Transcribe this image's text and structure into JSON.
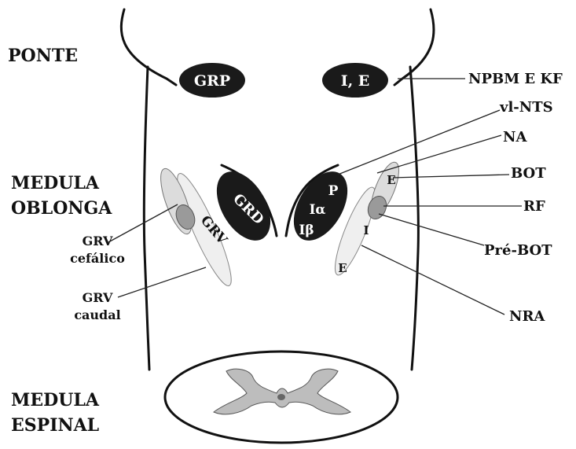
{
  "regions": {
    "ponte": "PONTE",
    "medula_oblonga_1": "MEDULA",
    "medula_oblonga_2": "OBLONGA",
    "medula_espinal_1": "MEDULA",
    "medula_espinal_2": "ESPINAL"
  },
  "pons_groups": {
    "grp": "GRP",
    "ie": "I, E"
  },
  "medulla_groups": {
    "grd": "GRD",
    "grv": "GRV",
    "p": "P",
    "i_alpha": "Iα",
    "i_beta": "Iβ",
    "e_top": "E",
    "i_mid": "I",
    "e_bottom": "E"
  },
  "right_labels": {
    "npbm_kf": "NPBM E KF",
    "vl_nts": "vl-NTS",
    "na": "NA",
    "bot": "BOT",
    "rf": "RF",
    "pre_bot": "Pré-BOT",
    "nra": "NRA"
  },
  "left_labels": {
    "grv_cefalico_1": "GRV",
    "grv_cefalico_2": "cefálico",
    "grv_caudal_1": "GRV",
    "grv_caudal_2": "caudal"
  },
  "colors": {
    "dark_nucleus": "#1a1a1a",
    "light_gray_column": "#dcdcdc",
    "mid_gray_segment": "#9a9a9a",
    "very_light_column": "#efefef",
    "gray_matter": "#bdbdbd"
  }
}
